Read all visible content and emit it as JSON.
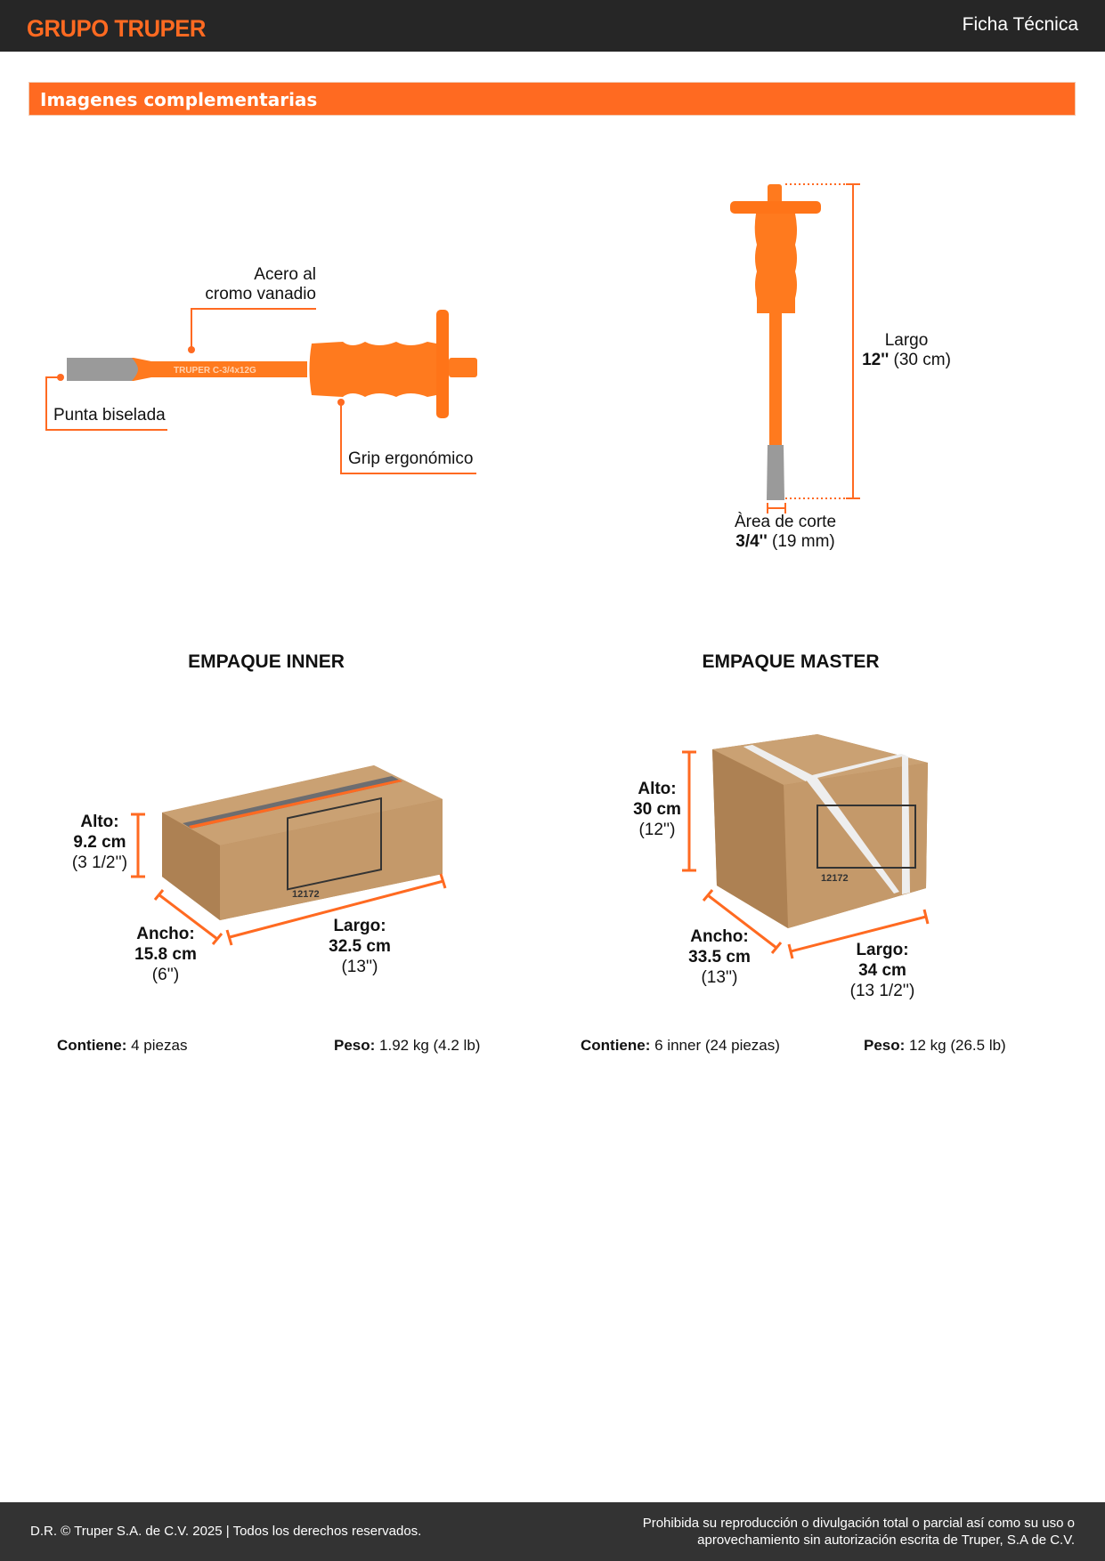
{
  "header": {
    "logo": "GRUPO TRUPER",
    "doc_type": "Ficha Técnica"
  },
  "section": {
    "title": "Imagenes complementarias"
  },
  "product_horizontal": {
    "callouts": {
      "material_line1": "Acero al",
      "material_line2": "cromo vanadio",
      "tip": "Punta biselada",
      "grip": "Grip ergonómico"
    },
    "engraving": "TRUPER C-3/4x12G"
  },
  "product_vertical": {
    "length_label": "Largo",
    "length_value": "12''",
    "length_metric": "(30 cm)",
    "cut_label": "Àrea de corte",
    "cut_value": "3/4''",
    "cut_metric": "(19 mm)"
  },
  "inner": {
    "title": "EMPAQUE INNER",
    "alto_label": "Alto:",
    "alto_value": "9.2 cm",
    "alto_in": "(3 1/2'')",
    "ancho_label": "Ancho:",
    "ancho_value": "15.8 cm",
    "ancho_in": "(6'')",
    "largo_label": "Largo:",
    "largo_value": "32.5 cm",
    "largo_in": "(13'')",
    "contiene_label": "Contiene:",
    "contiene_value": "4 piezas",
    "peso_label": "Peso:",
    "peso_value": "1.92 kg (4.2 lb)",
    "box_code": "12172"
  },
  "master": {
    "title": "EMPAQUE MASTER",
    "alto_label": "Alto:",
    "alto_value": "30 cm",
    "alto_in": "(12'')",
    "ancho_label": "Ancho:",
    "ancho_value": "33.5 cm",
    "ancho_in": "(13'')",
    "largo_label": "Largo:",
    "largo_value": "34 cm",
    "largo_in": "(13 1/2'')",
    "contiene_label": "Contiene:",
    "contiene_value": "6 inner (24 piezas)",
    "peso_label": "Peso:",
    "peso_value": "12 kg (26.5 lb)",
    "box_code": "12172"
  },
  "footer": {
    "copyright": "D.R. © Truper S.A. de C.V. 2025 | Todos los derechos reservados.",
    "notice_line1": "Prohibida su reproducción o divulgación total o parcial así como su uso o",
    "notice_line2": "aprovechamiento sin autorización escrita de Truper, S.A de C.V."
  },
  "colors": {
    "brand_orange": "#ff6a21",
    "header_dark": "#262626",
    "footer_dark": "#333333",
    "cardboard": "#c4996a"
  }
}
